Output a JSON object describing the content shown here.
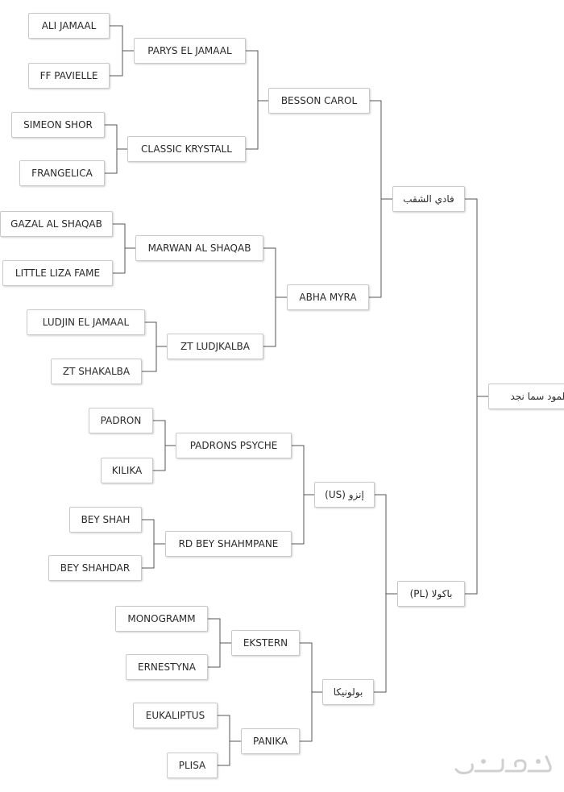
{
  "pedigree": {
    "subject": "جلمود سما نجد",
    "sire": "فادي الشقب",
    "dam": "باكولا (PL)",
    "sire_sire": "BESSON CAROL",
    "sire_dam": "ABHA MYRA",
    "dam_sire": "إنزو (US)",
    "dam_dam": "بولونيكا",
    "g3": [
      "PARYS EL JAMAAL",
      "CLASSIC KRYSTALL",
      "MARWAN AL SHAQAB",
      "ZT LUDJKALBA",
      "PADRONS PSYCHE",
      "RD BEY SHAHMPANE",
      "EKSTERN",
      "PANIKA"
    ],
    "g4": [
      "ALI JAMAAL",
      "FF PAVIELLE",
      "SIMEON SHOR",
      "FRANGELICA",
      "GAZAL AL SHAQAB",
      "LITTLE LIZA FAME",
      "LUDJIN EL JAMAAL",
      "ZT SHAKALBA",
      "PADRON",
      "KILIKA",
      "BEY SHAH",
      "BEY SHAHDAR",
      "MONOGRAMM",
      "ERNESTYNA",
      "EUKALIPTUS",
      "PLISA"
    ]
  },
  "colors": {
    "line": "#555555",
    "border": "#c9c9c9",
    "text": "#2a2a2a",
    "watermark": "#d0d0d0"
  },
  "watermark_icon": "haraj-logo-icon"
}
